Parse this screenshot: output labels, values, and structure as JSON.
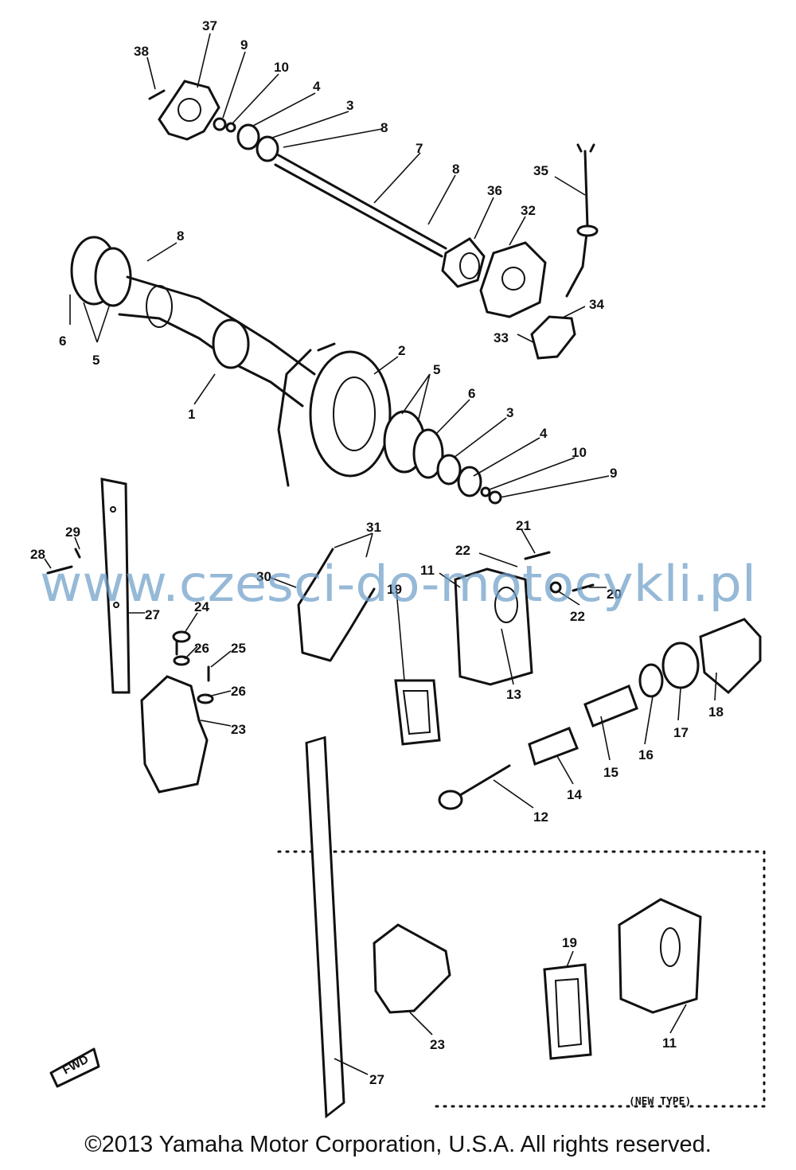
{
  "watermark": "www.czesci-do-motocykli.pl",
  "copyright": "©2013 Yamaha Motor Corporation, U.S.A. All rights reserved.",
  "new_type_note": "(NEW TYPE)",
  "fwd_label": "FWD",
  "callouts": [
    "38",
    "37",
    "9",
    "10",
    "4",
    "3",
    "8",
    "7",
    "8",
    "35",
    "36",
    "32",
    "8",
    "6",
    "5",
    "34",
    "33",
    "1",
    "2",
    "5",
    "6",
    "3",
    "4",
    "10",
    "9",
    "29",
    "28",
    "27",
    "31",
    "21",
    "22",
    "30",
    "11",
    "19",
    "20",
    "22",
    "24",
    "26",
    "25",
    "26",
    "23",
    "13",
    "16",
    "17",
    "18",
    "15",
    "14",
    "12",
    "19",
    "23",
    "11",
    "27"
  ]
}
